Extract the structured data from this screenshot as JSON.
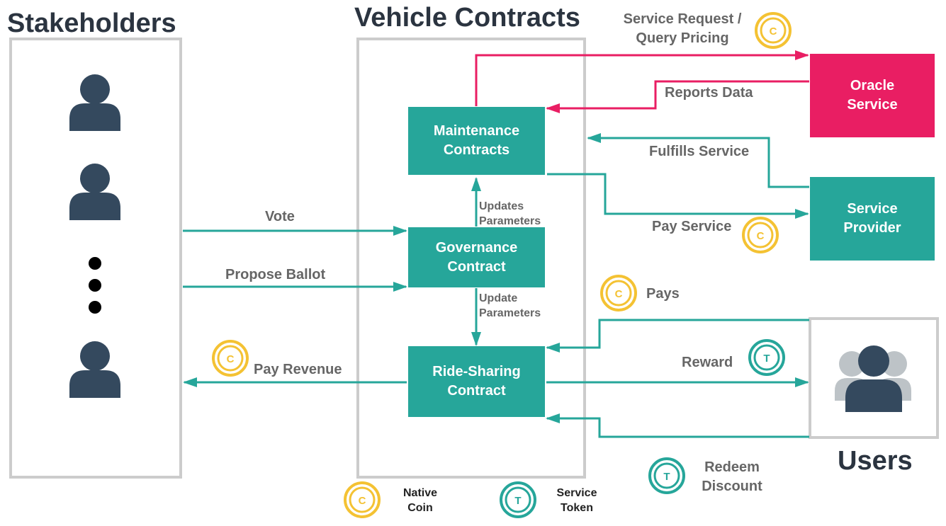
{
  "headings": {
    "stakeholders": "Stakeholders",
    "vehicle_contracts": "Vehicle Contracts",
    "users": "Users"
  },
  "nodes": {
    "maintenance": "Maintenance\nContracts",
    "governance": "Governance\nContract",
    "ride_sharing": "Ride-Sharing\nContract",
    "oracle": "Oracle\nService",
    "service_provider": "Service\nProvider"
  },
  "edges": {
    "service_request": "Service Request /\nQuery Pricing",
    "reports_data": "Reports Data",
    "fulfills_service": "Fulfills Service",
    "pay_service": "Pay Service",
    "vote": "Vote",
    "propose_ballot": "Propose Ballot",
    "updates_parameters": "Updates\nParameters",
    "update_parameters": "Update\nParameters",
    "pays": "Pays",
    "reward": "Reward",
    "pay_revenue": "Pay Revenue",
    "redeem_discount": "Redeem\nDiscount"
  },
  "coins": {
    "coin_letter": "C",
    "token_letter": "T"
  },
  "legend": {
    "native_coin": "Native\nCoin",
    "service_token": "Service\nToken"
  },
  "colors": {
    "teal": "#26a69a",
    "pink": "#e91e63",
    "gold": "#f4c233",
    "person": "#34495e",
    "person_muted": "#bdc3c7",
    "panel_border": "#cccccc"
  }
}
